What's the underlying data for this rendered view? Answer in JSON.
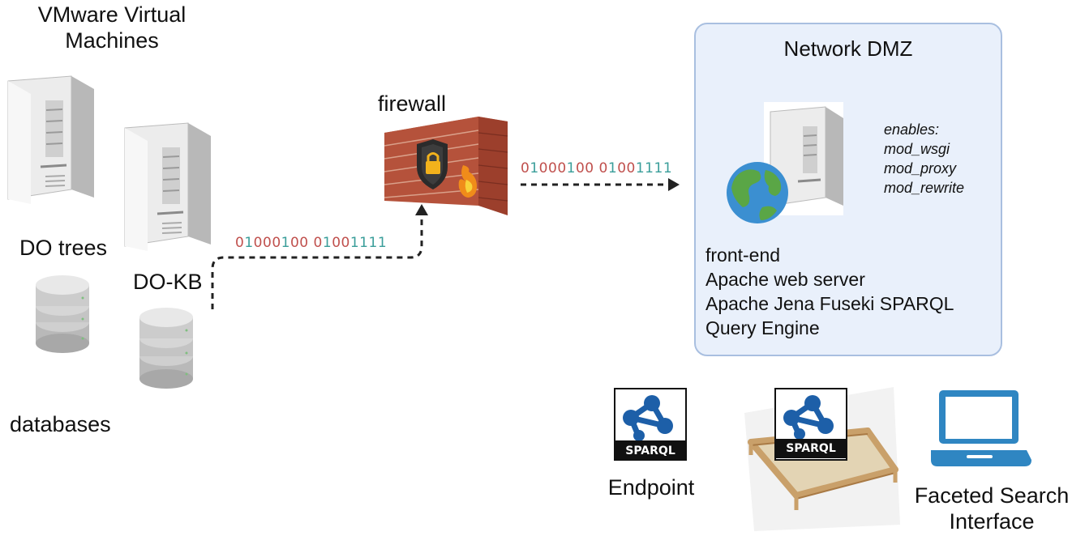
{
  "vm_title": [
    "VMware Virtual",
    "Machines"
  ],
  "do_trees_label": "DO trees",
  "do_kb_label": "DO-KB",
  "databases_label": "databases",
  "firewall_label": "firewall",
  "bits": {
    "left": [
      "0",
      "1",
      "0",
      "0",
      "0",
      "1",
      "0",
      "0",
      " ",
      "0",
      "1",
      "0",
      "0",
      "1",
      "1",
      "1",
      "1"
    ],
    "display": "01000100 01001111"
  },
  "dmz": {
    "title": "Network DMZ",
    "enables": [
      "enables:",
      "mod_wsgi",
      "mod_proxy",
      "mod_rewrite"
    ],
    "description": [
      "front-end",
      "Apache web server",
      "Apache Jena Fuseki SPARQL",
      "Query Engine"
    ]
  },
  "sparql_badge": "SPARQL",
  "endpoint_label": "Endpoint",
  "faceted_label": [
    "Faceted Search",
    "Interface"
  ],
  "colors": {
    "dmz_bg": "#e9f0fb",
    "dmz_border": "#a9bfe0",
    "bits_red": "#c0504d",
    "bits_teal": "#3a9e9a",
    "brick": "#b5523b",
    "laptop": "#2f86c2",
    "sparql_blue": "#1d5fa8"
  }
}
